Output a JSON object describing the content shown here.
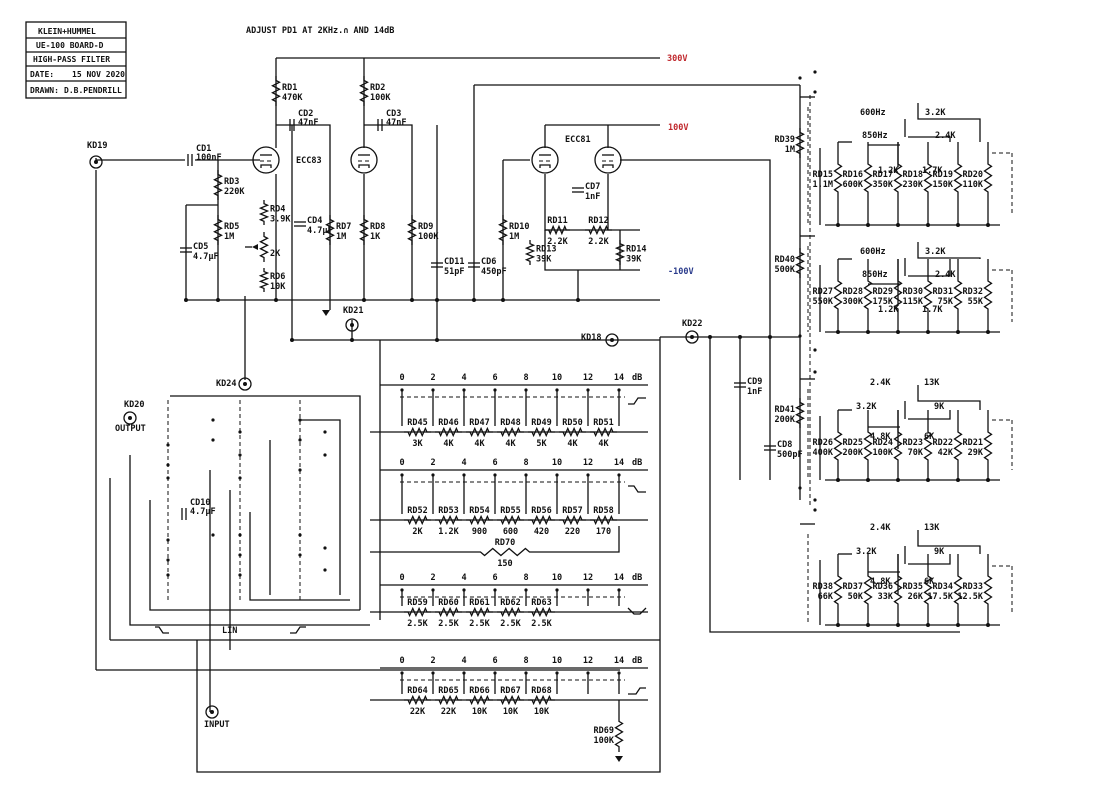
{
  "title_block": {
    "company": "KLEIN+HUMMEL",
    "board": "UE-100 BOARD-D",
    "name": "HIGH-PASS FILTER",
    "date_label": "DATE:",
    "date": "15 NOV 2020",
    "drawn_label": "DRAWN:",
    "drawn": "D.B.PENDRILL"
  },
  "note": "ADJUST PD1 AT 2KHz.∩ AND 14dB",
  "rails": {
    "v300": "300V",
    "v100": "100V",
    "vneg100": "-100V",
    "colors": {
      "v300": "#c0282d",
      "v100": "#c0282d",
      "vneg100": "#2b3c8c"
    }
  },
  "connectors": {
    "kd19": "KD19",
    "kd20": "KD20",
    "kd21": "KD21",
    "kd22": "KD22",
    "kd24": "KD24",
    "kd18": "KD18",
    "output": "OUTPUT",
    "input": "INPUT"
  },
  "tubes": {
    "ecc83": "ECC83",
    "ecc81": "ECC81"
  },
  "components": [
    {
      "ref": "CD1",
      "val": "100nF"
    },
    {
      "ref": "CD2",
      "val": "47nF"
    },
    {
      "ref": "CD3",
      "val": "47nF"
    },
    {
      "ref": "CD4",
      "val": "4.7µF"
    },
    {
      "ref": "CD5",
      "val": "4.7µF"
    },
    {
      "ref": "CD6",
      "val": "450pF"
    },
    {
      "ref": "CD7",
      "val": "1nF"
    },
    {
      "ref": "CD8",
      "val": "500pF"
    },
    {
      "ref": "CD9",
      "val": "1nF"
    },
    {
      "ref": "CD10",
      "val": "4.7µF"
    },
    {
      "ref": "CD11",
      "val": "51pF"
    },
    {
      "ref": "RD1",
      "val": "470K"
    },
    {
      "ref": "RD2",
      "val": "100K"
    },
    {
      "ref": "RD3",
      "val": "220K"
    },
    {
      "ref": "RD4",
      "val": "3.9K"
    },
    {
      "ref": "RD5",
      "val": "1M"
    },
    {
      "ref": "RD6",
      "val": "10K"
    },
    {
      "ref": "RD7",
      "val": "1M"
    },
    {
      "ref": "RD8",
      "val": "1K"
    },
    {
      "ref": "RD9",
      "val": "100K"
    },
    {
      "ref": "RD10",
      "val": "1M"
    },
    {
      "ref": "RD11",
      "val": "2.2K"
    },
    {
      "ref": "RD12",
      "val": "2.2K"
    },
    {
      "ref": "RD13",
      "val": "39K"
    },
    {
      "ref": "RD14",
      "val": "39K"
    },
    {
      "ref": "RD39",
      "val": "1M"
    },
    {
      "ref": "RD40",
      "val": "500K"
    },
    {
      "ref": "RD41",
      "val": "200K"
    },
    {
      "ref": "PD1",
      "val": "2K"
    }
  ],
  "banks": {
    "b1_labels": [
      "600Hz",
      "850Hz",
      "1.2K",
      "3.2K",
      "2.4K",
      "1.7K"
    ],
    "b2_labels": [
      "600Hz",
      "850Hz",
      "1.2K",
      "3.2K",
      "2.4K",
      "1.7K"
    ],
    "b3_labels": [
      "2.4K",
      "3.2K",
      "4.8K",
      "13K",
      "9K",
      "6K"
    ],
    "b4_labels": [
      "2.4K",
      "3.2K",
      "4.8K",
      "13K",
      "9K",
      "6K"
    ],
    "b1": [
      {
        "ref": "RD15",
        "val": "1.1M"
      },
      {
        "ref": "RD16",
        "val": "600K"
      },
      {
        "ref": "RD17",
        "val": "350K"
      },
      {
        "ref": "RD18",
        "val": "230K"
      },
      {
        "ref": "RD19",
        "val": "150K"
      },
      {
        "ref": "RD20",
        "val": "110K"
      }
    ],
    "b2": [
      {
        "ref": "RD27",
        "val": "550K"
      },
      {
        "ref": "RD28",
        "val": "300K"
      },
      {
        "ref": "RD29",
        "val": "175K"
      },
      {
        "ref": "RD30",
        "val": "115K"
      },
      {
        "ref": "RD31",
        "val": "75K"
      },
      {
        "ref": "RD32",
        "val": "55K"
      }
    ],
    "b3": [
      {
        "ref": "RD26",
        "val": "400K"
      },
      {
        "ref": "RD25",
        "val": "200K"
      },
      {
        "ref": "RD24",
        "val": "100K"
      },
      {
        "ref": "RD23",
        "val": "70K"
      },
      {
        "ref": "RD22",
        "val": "42K"
      },
      {
        "ref": "RD21",
        "val": "29K"
      }
    ],
    "b4": [
      {
        "ref": "RD38",
        "val": "66K"
      },
      {
        "ref": "RD37",
        "val": "50K"
      },
      {
        "ref": "RD36",
        "val": "33K"
      },
      {
        "ref": "RD35",
        "val": "26K"
      },
      {
        "ref": "RD34",
        "val": "17.5K"
      },
      {
        "ref": "RD33",
        "val": "12.5K"
      }
    ]
  },
  "ladders": {
    "db_steps": [
      "0",
      "2",
      "4",
      "6",
      "8",
      "10",
      "12",
      "14"
    ],
    "db_unit": "dB",
    "l1": [
      {
        "ref": "RD45",
        "val": "3K"
      },
      {
        "ref": "RD46",
        "val": "4K"
      },
      {
        "ref": "RD47",
        "val": "4K"
      },
      {
        "ref": "RD48",
        "val": "4K"
      },
      {
        "ref": "RD49",
        "val": "5K"
      },
      {
        "ref": "RD50",
        "val": "4K"
      },
      {
        "ref": "RD51",
        "val": "4K"
      }
    ],
    "l2": [
      {
        "ref": "RD52",
        "val": "2K"
      },
      {
        "ref": "RD53",
        "val": "1.2K"
      },
      {
        "ref": "RD54",
        "val": "900"
      },
      {
        "ref": "RD55",
        "val": "600"
      },
      {
        "ref": "RD56",
        "val": "420"
      },
      {
        "ref": "RD57",
        "val": "220"
      },
      {
        "ref": "RD58",
        "val": "170"
      }
    ],
    "l3": [
      {
        "ref": "RD59",
        "val": "2.5K"
      },
      {
        "ref": "RD60",
        "val": "2.5K"
      },
      {
        "ref": "RD61",
        "val": "2.5K"
      },
      {
        "ref": "RD62",
        "val": "2.5K"
      },
      {
        "ref": "RD63",
        "val": "2.5K"
      }
    ],
    "l4": [
      {
        "ref": "RD64",
        "val": "22K"
      },
      {
        "ref": "RD65",
        "val": "22K"
      },
      {
        "ref": "RD66",
        "val": "10K"
      },
      {
        "ref": "RD67",
        "val": "10K"
      },
      {
        "ref": "RD68",
        "val": "10K"
      }
    ],
    "rd70": {
      "ref": "RD70",
      "val": "150"
    },
    "rd69": {
      "ref": "RD69",
      "val": "100K"
    }
  },
  "switch_labels": {
    "lin": "LIN"
  }
}
